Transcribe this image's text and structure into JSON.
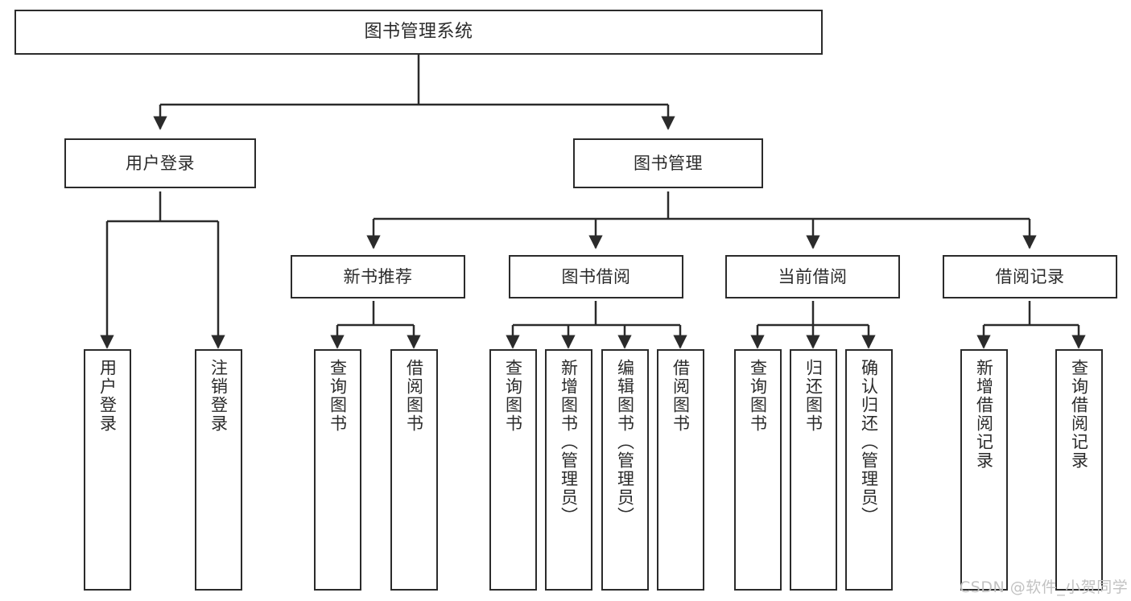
{
  "diagram": {
    "title": "图书管理系统",
    "type": "hierarchy-tree",
    "colors": {
      "stroke": "#2b2b2b",
      "fill": "#ffffff",
      "background": "#ffffff",
      "watermark": "#c2c2c2"
    },
    "nodes": {
      "root": {
        "label": "图书管理系统"
      },
      "level1": [
        {
          "id": "user-login",
          "label": "用户登录"
        },
        {
          "id": "book-management",
          "label": "图书管理"
        }
      ],
      "level2": [
        {
          "id": "new-book-recommend",
          "label": "新书推荐"
        },
        {
          "id": "book-borrow",
          "label": "图书借阅"
        },
        {
          "id": "current-borrow",
          "label": "当前借阅"
        },
        {
          "id": "borrow-record",
          "label": "借阅记录"
        }
      ],
      "leaves": {
        "user_login": [
          {
            "id": "leaf-user-login",
            "label": "用户登录"
          },
          {
            "id": "leaf-logout-login",
            "label": "注销登录"
          }
        ],
        "new_book_recommend": [
          {
            "id": "leaf-query-book-1",
            "label": "查询图书"
          },
          {
            "id": "leaf-borrow-book-1",
            "label": "借阅图书"
          }
        ],
        "book_borrow": [
          {
            "id": "leaf-query-book-2",
            "label": "查询图书"
          },
          {
            "id": "leaf-add-book",
            "label": "新增图书（管理员）"
          },
          {
            "id": "leaf-edit-book",
            "label": "编辑图书（管理员）"
          },
          {
            "id": "leaf-borrow-book-2",
            "label": "借阅图书"
          }
        ],
        "current_borrow": [
          {
            "id": "leaf-query-book-3",
            "label": "查询图书"
          },
          {
            "id": "leaf-return-book",
            "label": "归还图书"
          },
          {
            "id": "leaf-confirm-return",
            "label": "确认归还（管理员）"
          }
        ],
        "borrow_record": [
          {
            "id": "leaf-add-record",
            "label": "新增借阅记录"
          },
          {
            "id": "leaf-query-record",
            "label": "查询借阅记录"
          }
        ]
      }
    },
    "watermark": "CSDN @软件_小贺同学"
  }
}
